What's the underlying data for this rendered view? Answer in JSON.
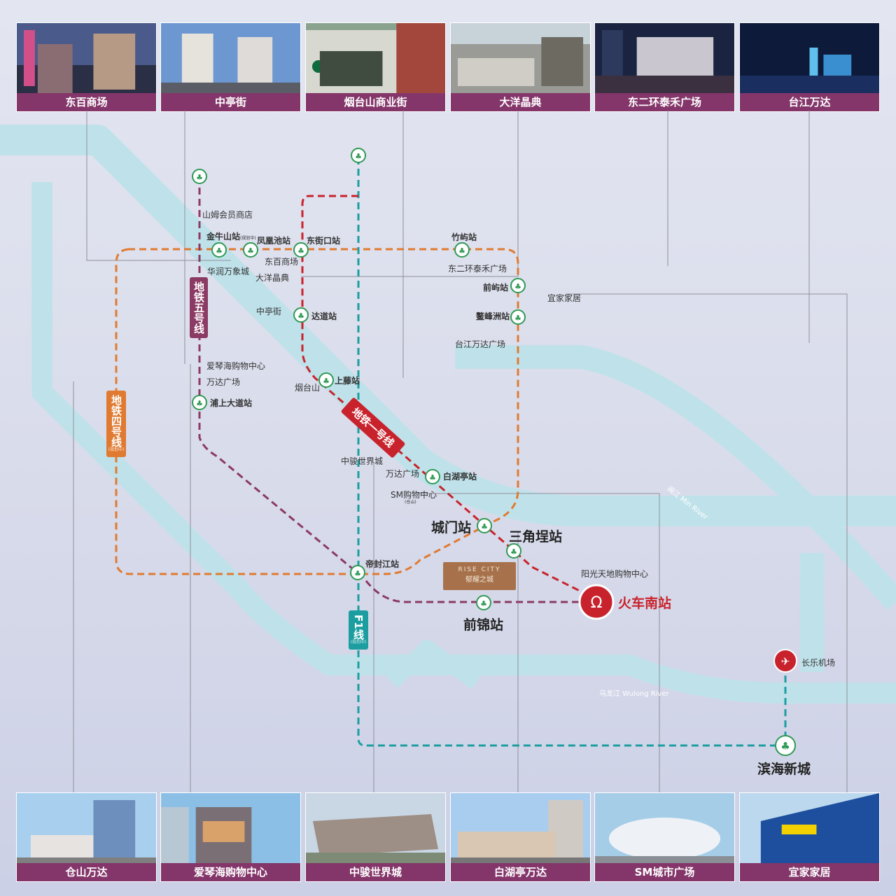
{
  "top_places": [
    "东百商场",
    "中亭街",
    "烟台山商业街",
    "大洋晶典",
    "东二环泰禾广场",
    "台江万达"
  ],
  "bottom_places": [
    "仓山万达",
    "爱琴海购物中心",
    "中骏世界城",
    "白湖亭万达",
    "SM城市广场",
    "宜家家居"
  ],
  "lines": {
    "line1": "地铁一号线",
    "line4": "地铁四号线",
    "line4_note": "(规划中)",
    "line5": "地铁五号线",
    "lineF1": "F1线",
    "lineF1_note": "(规划中)"
  },
  "stations": {
    "jinniushan": "金牛山站",
    "jinniushan_note": "(规划中)",
    "fenghuangchi": "凤凰池站",
    "dongjiekou": "东街口站",
    "zhuyu": "竹屿站",
    "qianyu": "前屿站",
    "aofengzhou": "鳌峰洲站",
    "dadao": "达道站",
    "shangteng": "上藤站",
    "pushangdadao": "浦上大道站",
    "baihuting": "白湖亭站",
    "chengmen": "城门站",
    "sanjiaoli": "三角埕站",
    "difengjiang": "帝封江站",
    "qianjin": "前锦站",
    "huochenan": "火车南站",
    "binhaixincheng": "滨海新城"
  },
  "pois": {
    "sams": "山姆会员商店",
    "huarun": "华润万象城",
    "dongbai": "东百商场",
    "dayang": "大洋晶典",
    "dongerhuan": "东二环泰禾广场",
    "ikea": "宜家家居",
    "zhongting": "中亭街",
    "taijiang_wanda": "台江万达广场",
    "aiqinhai": "爱琴海购物中心",
    "wanda1": "万达广场",
    "yantaishan": "烟台山",
    "zhongjun": "中骏世界城",
    "wanda2": "万达广场",
    "sm": "SM购物中心",
    "sm_note": "(仓山)",
    "yangguang": "阳光天地购物中心",
    "changle": "长乐机场"
  },
  "rivers": {
    "minjiang": "闽江 Min River",
    "wulong": "乌龙江 Wulong River"
  },
  "project": {
    "en": "RISE CITY",
    "cn": "郁耀之城"
  },
  "colors": {
    "line1": "#c8232c",
    "line4": "#e07a31",
    "line5": "#8b3a64",
    "lineF1": "#1c9ea0",
    "caption_bg": "#84366a",
    "river": "#bfe2ea",
    "station_ring": "#2f9a55"
  }
}
